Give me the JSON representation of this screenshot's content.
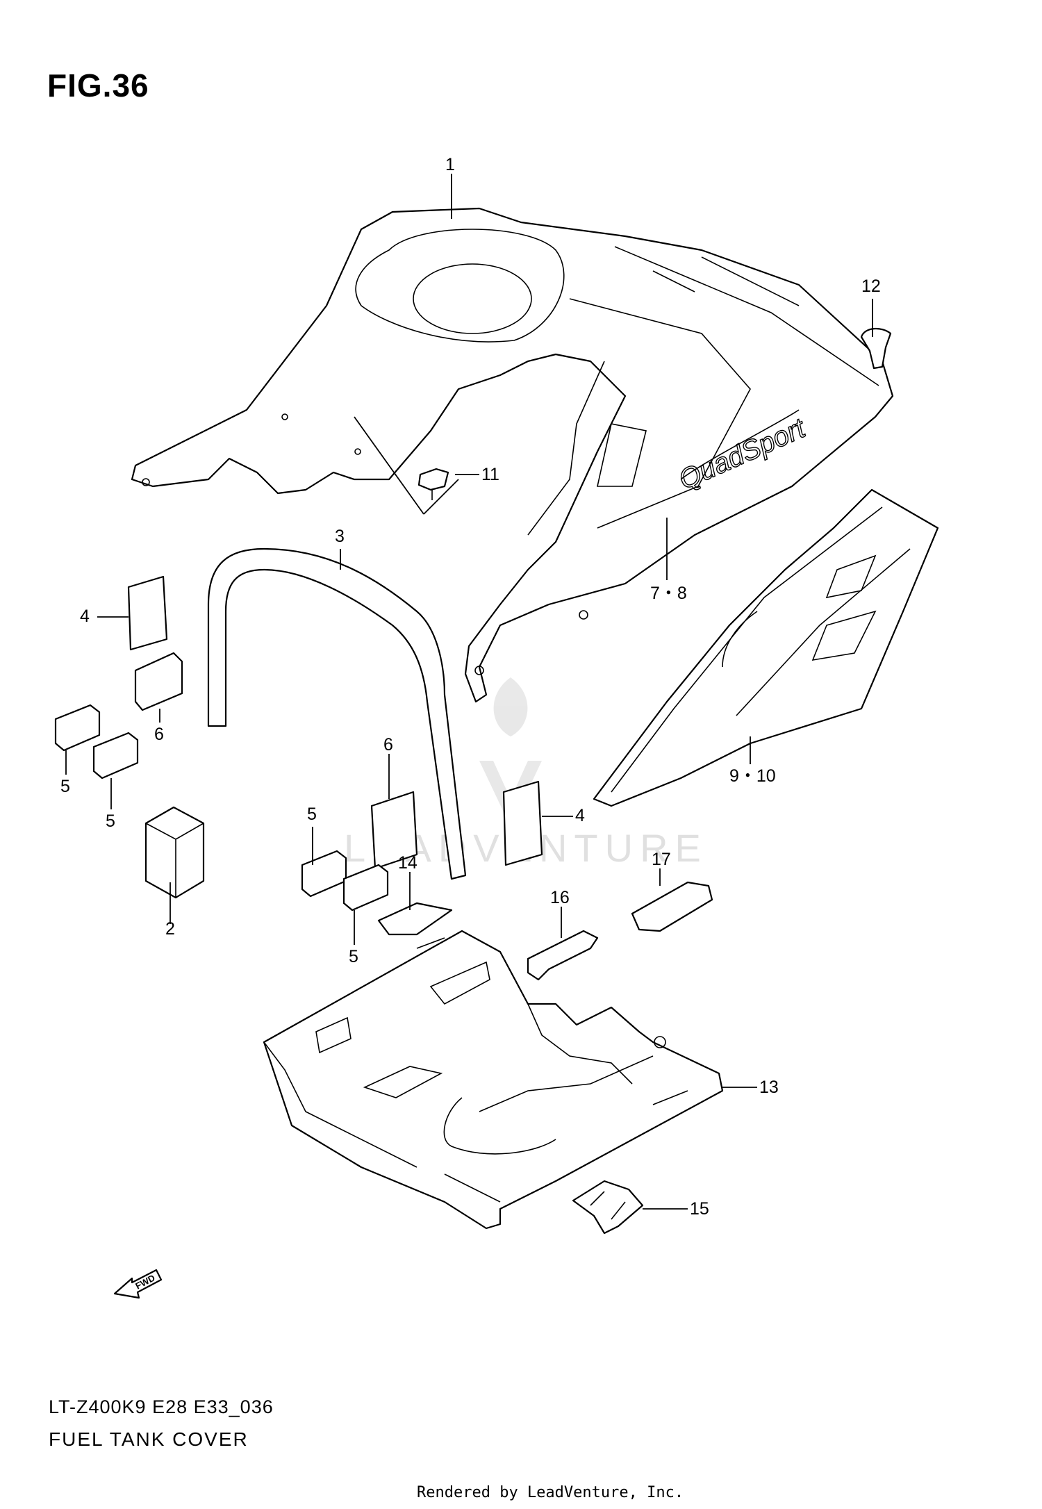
{
  "figure": {
    "title": "FIG.36",
    "model_code": "LT-Z400K9 E28 E33_036",
    "page_title": "FUEL TANK COVER",
    "footer": "Rendered by LeadVenture, Inc.",
    "watermark": "LEADVENTURE",
    "decal_text": "QuadSport",
    "fwd_label": "FWD"
  },
  "callouts": [
    {
      "id": "c1",
      "label": "1"
    },
    {
      "id": "c2",
      "label": "2"
    },
    {
      "id": "c3",
      "label": "3"
    },
    {
      "id": "c4a",
      "label": "4"
    },
    {
      "id": "c4b",
      "label": "4"
    },
    {
      "id": "c5a",
      "label": "5"
    },
    {
      "id": "c5b",
      "label": "5"
    },
    {
      "id": "c5c",
      "label": "5"
    },
    {
      "id": "c5d",
      "label": "5"
    },
    {
      "id": "c6a",
      "label": "6"
    },
    {
      "id": "c6b",
      "label": "6"
    },
    {
      "id": "c78",
      "label": "7・8"
    },
    {
      "id": "c910",
      "label": "9・10"
    },
    {
      "id": "c11",
      "label": "11"
    },
    {
      "id": "c12",
      "label": "12"
    },
    {
      "id": "c13",
      "label": "13"
    },
    {
      "id": "c14",
      "label": "14"
    },
    {
      "id": "c15",
      "label": "15"
    },
    {
      "id": "c16",
      "label": "16"
    },
    {
      "id": "c17",
      "label": "17"
    }
  ]
}
